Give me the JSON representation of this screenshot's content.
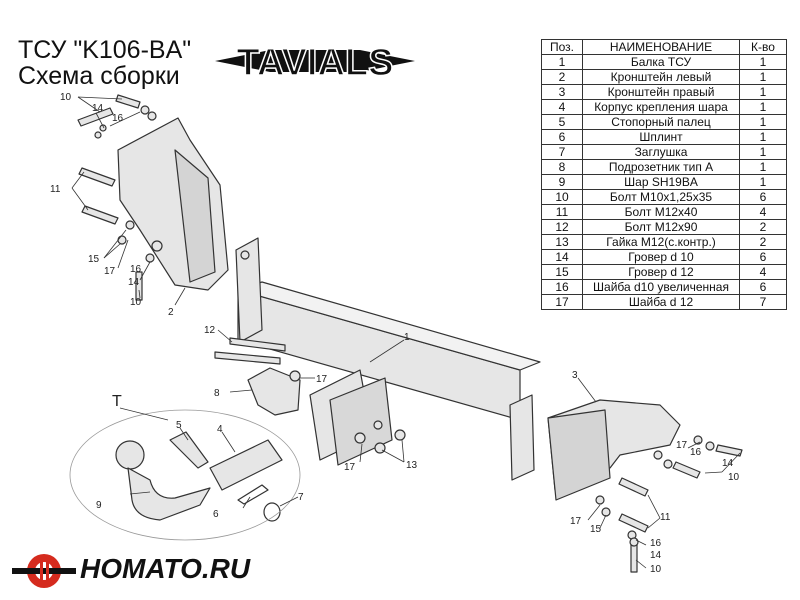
{
  "header": {
    "title": "ТСУ  \"K106-BA\"",
    "subtitle": "Схема сборки",
    "brand": "TAVIALS"
  },
  "table": {
    "headers": [
      "Поз.",
      "НАИМЕНОВАНИЕ",
      "К-во"
    ],
    "rows": [
      [
        "1",
        "Балка ТСУ",
        "1"
      ],
      [
        "2",
        "Кронштейн левый",
        "1"
      ],
      [
        "3",
        "Кронштейн правый",
        "1"
      ],
      [
        "4",
        "Корпус крепления шара",
        "1"
      ],
      [
        "5",
        "Стопорный палец",
        "1"
      ],
      [
        "6",
        "Шплинт",
        "1"
      ],
      [
        "7",
        "Заглушка",
        "1"
      ],
      [
        "8",
        "Подрозетник тип А",
        "1"
      ],
      [
        "9",
        "Шар SH19BA",
        "1"
      ],
      [
        "10",
        "Болт М10х1,25х35",
        "6"
      ],
      [
        "11",
        "Болт М12х40",
        "4"
      ],
      [
        "12",
        "Болт М12х90",
        "2"
      ],
      [
        "13",
        "Гайка М12(с.контр.)",
        "2"
      ],
      [
        "14",
        "Гровер d 10",
        "6"
      ],
      [
        "15",
        "Гровер d 12",
        "4"
      ],
      [
        "16",
        "Шайба d10 увеличенная",
        "6"
      ],
      [
        "17",
        "Шайба d 12",
        "7"
      ]
    ]
  },
  "callouts": {
    "kit_letter": "T",
    "numbers": [
      "1",
      "2",
      "3",
      "4",
      "5",
      "6",
      "7",
      "8",
      "9",
      "10",
      "11",
      "12",
      "13",
      "14",
      "15",
      "16",
      "17"
    ]
  },
  "footer": {
    "site": "HOMATO.RU"
  },
  "colors": {
    "part_fill": "#e6e6e6",
    "part_stroke": "#333333",
    "footer_red": "#d52b1e"
  }
}
